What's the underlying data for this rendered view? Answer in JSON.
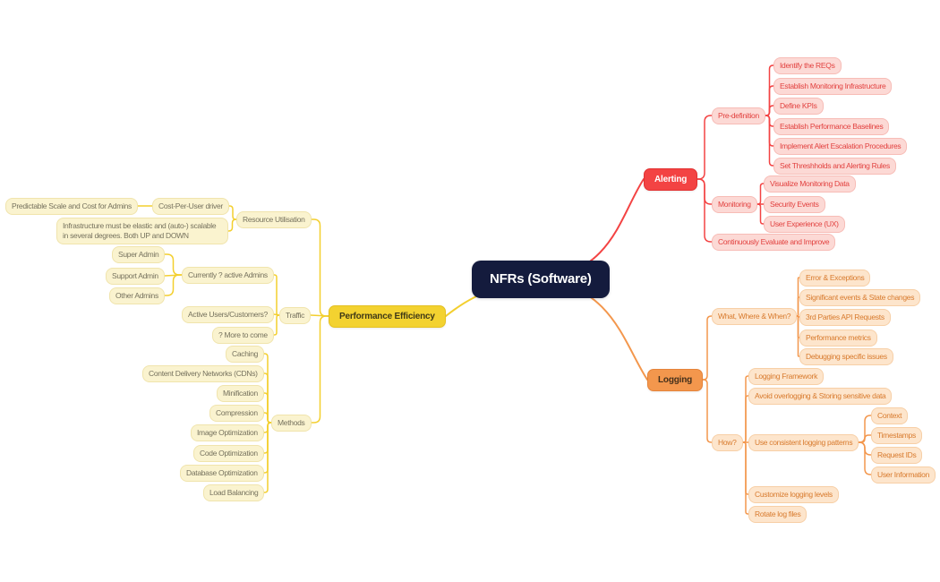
{
  "canvas": {
    "background": "#ffffff"
  },
  "themes": {
    "root": {
      "bg": "#141b3d",
      "text": "#ffffff"
    },
    "yellow": {
      "main_bg": "#f3d230",
      "main_text": "#3f3916",
      "main_border": "#e4c021",
      "sub_bg": "#faf3cf",
      "sub_text": "#76725e",
      "sub_border": "#f0e4ac",
      "line": "#f3cf2e"
    },
    "red": {
      "main_bg": "#f34343",
      "main_text": "#ffffff",
      "main_border": "#e23232",
      "sub_bg": "#fcd9d5",
      "sub_text": "#e2413f",
      "sub_border": "#f7bcb6",
      "line": "#f34343"
    },
    "orange": {
      "main_bg": "#f3974d",
      "main_text": "#44301b",
      "main_border": "#e5833a",
      "sub_bg": "#fde5cc",
      "sub_text": "#d87a2d",
      "sub_border": "#f7cfa6",
      "line": "#f3974d"
    }
  },
  "nodes": [
    {
      "id": "root",
      "label": "NFRs (Software)",
      "parent": null,
      "theme": "root",
      "kind": "root"
    },
    {
      "id": "perf",
      "label": "Performance Efficiency",
      "parent": "root",
      "theme": "yellow",
      "kind": "main"
    },
    {
      "id": "resource",
      "label": "Resource Utilisation",
      "parent": "perf",
      "theme": "yellow",
      "kind": "sub"
    },
    {
      "id": "cost",
      "label": "Cost-Per-User driver",
      "parent": "resource",
      "theme": "yellow",
      "kind": "sub"
    },
    {
      "id": "predictable",
      "label": "Predictable Scale and Cost for Admins",
      "parent": "cost",
      "theme": "yellow",
      "kind": "sub"
    },
    {
      "id": "infra",
      "label": "Infrastructure must be elastic and (auto-) scalable in several degrees. Both UP and DOWN",
      "parent": "resource",
      "theme": "yellow",
      "kind": "sub",
      "wrap": true
    },
    {
      "id": "traffic",
      "label": "Traffic",
      "parent": "perf",
      "theme": "yellow",
      "kind": "sub"
    },
    {
      "id": "currently",
      "label": "Currently ? active Admins",
      "parent": "traffic",
      "theme": "yellow",
      "kind": "sub"
    },
    {
      "id": "superadmin",
      "label": "Super Admin",
      "parent": "currently",
      "theme": "yellow",
      "kind": "sub"
    },
    {
      "id": "supportadmin",
      "label": "Support Admin",
      "parent": "currently",
      "theme": "yellow",
      "kind": "sub"
    },
    {
      "id": "otheradmins",
      "label": "Other Admins",
      "parent": "currently",
      "theme": "yellow",
      "kind": "sub"
    },
    {
      "id": "activeusers",
      "label": "Active Users/Customers?",
      "parent": "traffic",
      "theme": "yellow",
      "kind": "sub"
    },
    {
      "id": "moretocome",
      "label": "? More to come",
      "parent": "traffic",
      "theme": "yellow",
      "kind": "sub"
    },
    {
      "id": "methods",
      "label": "Methods",
      "parent": "perf",
      "theme": "yellow",
      "kind": "sub"
    },
    {
      "id": "caching",
      "label": "Caching",
      "parent": "methods",
      "theme": "yellow",
      "kind": "sub"
    },
    {
      "id": "cdn",
      "label": "Content Delivery Networks (CDNs)",
      "parent": "methods",
      "theme": "yellow",
      "kind": "sub"
    },
    {
      "id": "minification",
      "label": "Minification",
      "parent": "methods",
      "theme": "yellow",
      "kind": "sub"
    },
    {
      "id": "compression",
      "label": "Compression",
      "parent": "methods",
      "theme": "yellow",
      "kind": "sub"
    },
    {
      "id": "imageopt",
      "label": "Image Optimization",
      "parent": "methods",
      "theme": "yellow",
      "kind": "sub"
    },
    {
      "id": "codeopt",
      "label": "Code Optimization",
      "parent": "methods",
      "theme": "yellow",
      "kind": "sub"
    },
    {
      "id": "dbopt",
      "label": "Database Optimization",
      "parent": "methods",
      "theme": "yellow",
      "kind": "sub"
    },
    {
      "id": "loadbal",
      "label": "Load Balancing",
      "parent": "methods",
      "theme": "yellow",
      "kind": "sub"
    },
    {
      "id": "alerting",
      "label": "Alerting",
      "parent": "root",
      "theme": "red",
      "kind": "main"
    },
    {
      "id": "predef",
      "label": "Pre-definition",
      "parent": "alerting",
      "theme": "red",
      "kind": "sub"
    },
    {
      "id": "identify",
      "label": "Identify the REQs",
      "parent": "predef",
      "theme": "red",
      "kind": "sub"
    },
    {
      "id": "establishmon",
      "label": "Establish Monitoring Infrastructure",
      "parent": "predef",
      "theme": "red",
      "kind": "sub"
    },
    {
      "id": "definekpis",
      "label": "Define KPIs",
      "parent": "predef",
      "theme": "red",
      "kind": "sub"
    },
    {
      "id": "baselines",
      "label": "Establish Performance Baselines",
      "parent": "predef",
      "theme": "red",
      "kind": "sub"
    },
    {
      "id": "escalation",
      "label": "Implement Alert Escalation Procedures",
      "parent": "predef",
      "theme": "red",
      "kind": "sub"
    },
    {
      "id": "thresholds",
      "label": "Set Threshholds and Alerting Rules",
      "parent": "predef",
      "theme": "red",
      "kind": "sub"
    },
    {
      "id": "monitoring",
      "label": "Monitoring",
      "parent": "alerting",
      "theme": "red",
      "kind": "sub"
    },
    {
      "id": "visualize",
      "label": "Visualize Monitoring Data",
      "parent": "monitoring",
      "theme": "red",
      "kind": "sub"
    },
    {
      "id": "securityevents",
      "label": "Security Events",
      "parent": "monitoring",
      "theme": "red",
      "kind": "sub"
    },
    {
      "id": "ux",
      "label": "User Experience (UX)",
      "parent": "monitoring",
      "theme": "red",
      "kind": "sub"
    },
    {
      "id": "evaluate",
      "label": "Continuously Evaluate and Improve",
      "parent": "alerting",
      "theme": "red",
      "kind": "sub"
    },
    {
      "id": "logging",
      "label": "Logging",
      "parent": "root",
      "theme": "orange",
      "kind": "main"
    },
    {
      "id": "whatwherewhen",
      "label": "What, Where & When?",
      "parent": "logging",
      "theme": "orange",
      "kind": "sub"
    },
    {
      "id": "errorexc",
      "label": "Error & Exceptions",
      "parent": "whatwherewhen",
      "theme": "orange",
      "kind": "sub"
    },
    {
      "id": "significant",
      "label": "Significant events & State changes",
      "parent": "whatwherewhen",
      "theme": "orange",
      "kind": "sub"
    },
    {
      "id": "parties",
      "label": "3rd Parties API Requests",
      "parent": "whatwherewhen",
      "theme": "orange",
      "kind": "sub"
    },
    {
      "id": "perfmetrics",
      "label": "Performance metrics",
      "parent": "whatwherewhen",
      "theme": "orange",
      "kind": "sub"
    },
    {
      "id": "debugging",
      "label": "Debugging specific issues",
      "parent": "whatwherewhen",
      "theme": "orange",
      "kind": "sub"
    },
    {
      "id": "how",
      "label": "How?",
      "parent": "logging",
      "theme": "orange",
      "kind": "sub"
    },
    {
      "id": "framework",
      "label": "Logging Framework",
      "parent": "how",
      "theme": "orange",
      "kind": "sub"
    },
    {
      "id": "avoid",
      "label": "Avoid overlogging & Storing sensitive data",
      "parent": "how",
      "theme": "orange",
      "kind": "sub"
    },
    {
      "id": "patterns",
      "label": "Use consistent logging patterns",
      "parent": "how",
      "theme": "orange",
      "kind": "sub"
    },
    {
      "id": "context",
      "label": "Context",
      "parent": "patterns",
      "theme": "orange",
      "kind": "sub"
    },
    {
      "id": "timestamps",
      "label": "Timestamps",
      "parent": "patterns",
      "theme": "orange",
      "kind": "sub"
    },
    {
      "id": "requestids",
      "label": "Request IDs",
      "parent": "patterns",
      "theme": "orange",
      "kind": "sub"
    },
    {
      "id": "userinfo",
      "label": "User Information",
      "parent": "patterns",
      "theme": "orange",
      "kind": "sub"
    },
    {
      "id": "customize",
      "label": "Customize logging levels",
      "parent": "how",
      "theme": "orange",
      "kind": "sub"
    },
    {
      "id": "rotate",
      "label": "Rotate log files",
      "parent": "how",
      "theme": "orange",
      "kind": "sub"
    }
  ]
}
